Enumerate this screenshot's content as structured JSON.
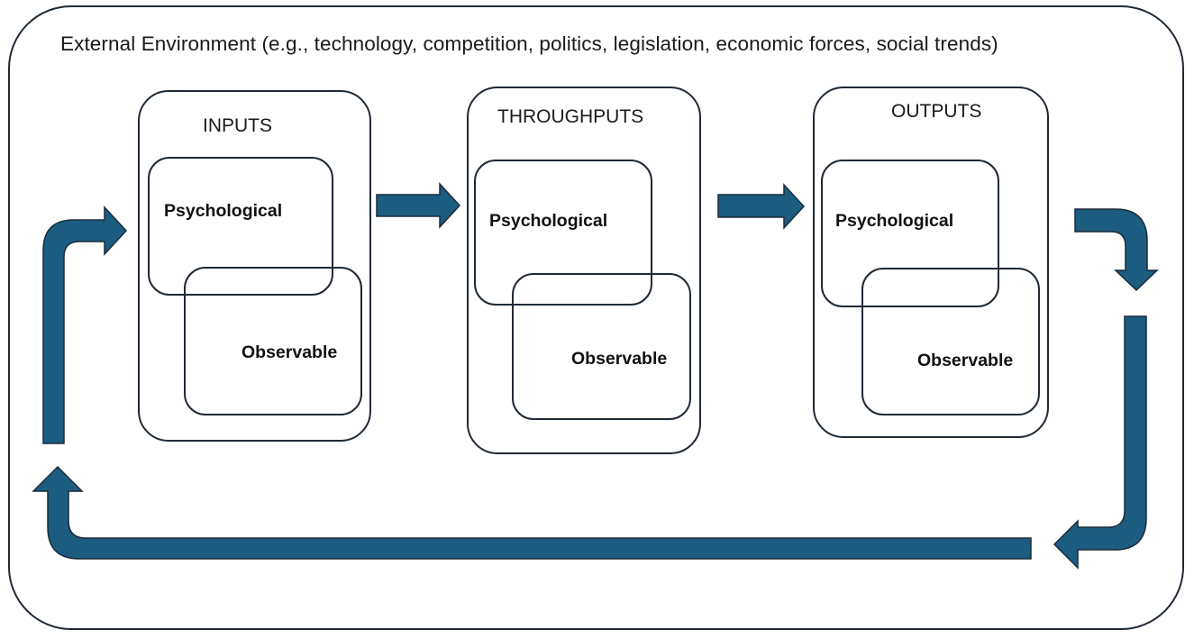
{
  "environment_label": "External Environment (e.g., technology, competition, politics, legislation, economic forces, social trends)",
  "stages": [
    {
      "title": "INPUTS",
      "overlap_top": "Psychological",
      "overlap_bottom": "Observable"
    },
    {
      "title": "THROUGHPUTS",
      "overlap_top": "Psychological",
      "overlap_bottom": "Observable"
    },
    {
      "title": "OUTPUTS",
      "overlap_top": "Psychological",
      "overlap_bottom": "Observable"
    }
  ],
  "colors": {
    "arrow_fill": "#1c5c81",
    "outline": "#1f2a36"
  }
}
